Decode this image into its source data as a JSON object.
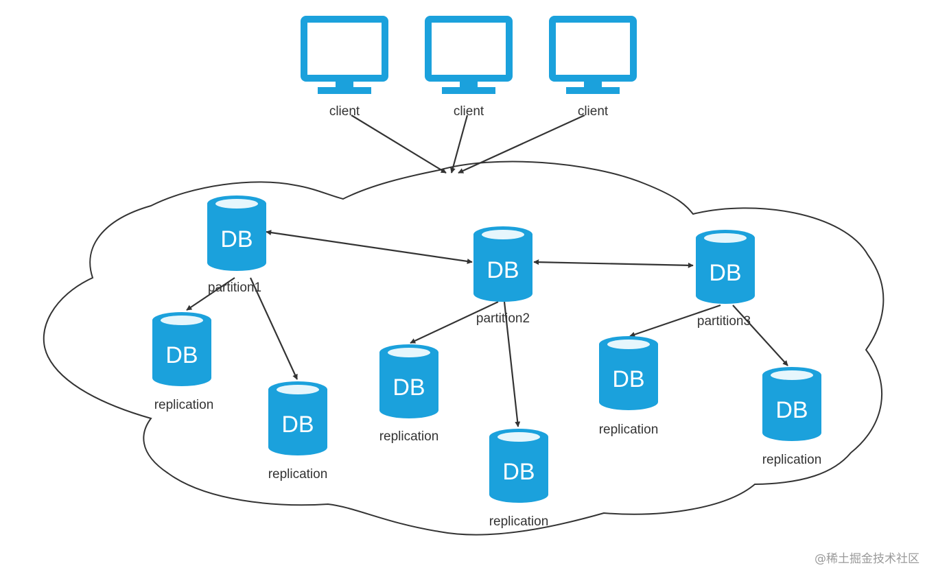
{
  "colors": {
    "accent": "#1ba1dc",
    "cylinder_top": "#e6f6fc",
    "stroke": "#333333",
    "label": "#333333",
    "watermark": "#9a9a9a"
  },
  "clients": [
    {
      "label": "client",
      "icon": "monitor-icon"
    },
    {
      "label": "client",
      "icon": "monitor-icon"
    },
    {
      "label": "client",
      "icon": "monitor-icon"
    }
  ],
  "partitions": [
    {
      "db_text": "DB",
      "label": "partition1",
      "replications": [
        {
          "db_text": "DB",
          "label": "replication"
        },
        {
          "db_text": "DB",
          "label": "replication"
        }
      ]
    },
    {
      "db_text": "DB",
      "label": "partition2",
      "replications": [
        {
          "db_text": "DB",
          "label": "replication"
        },
        {
          "db_text": "DB",
          "label": "replication"
        }
      ]
    },
    {
      "db_text": "DB",
      "label": "partition3",
      "replications": [
        {
          "db_text": "DB",
          "label": "replication"
        },
        {
          "db_text": "DB",
          "label": "replication"
        }
      ]
    }
  ],
  "watermark": "@稀土掘金技术社区"
}
